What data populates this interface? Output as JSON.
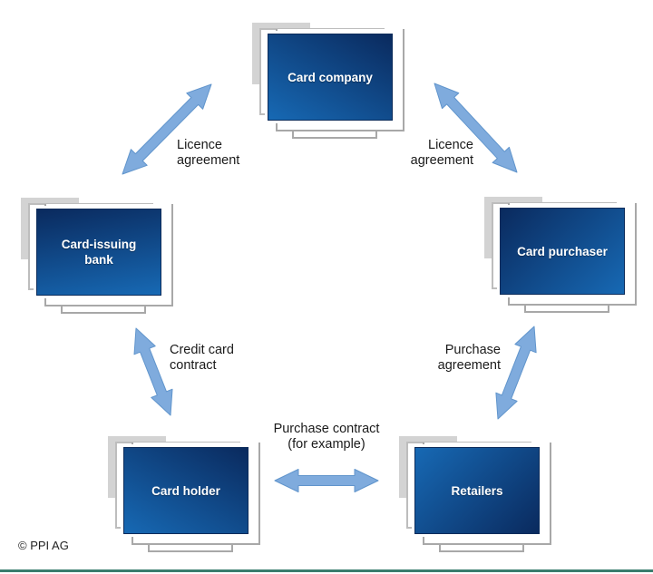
{
  "nodes": [
    {
      "id": "card-company",
      "label": "Card company"
    },
    {
      "id": "card-issuing-bank",
      "label": "Card-issuing bank"
    },
    {
      "id": "card-purchaser",
      "label": "Card purchaser"
    },
    {
      "id": "card-holder",
      "label": "Card holder"
    },
    {
      "id": "retailers",
      "label": "Retailers"
    }
  ],
  "connections": [
    {
      "from": "card-issuing-bank",
      "to": "card-company",
      "label": "Licence agreement"
    },
    {
      "from": "card-company",
      "to": "card-purchaser",
      "label": "Licence agreement"
    },
    {
      "from": "card-issuing-bank",
      "to": "card-holder",
      "label": "Credit card contract"
    },
    {
      "from": "card-purchaser",
      "to": "retailers",
      "label": "Purchase agreement"
    },
    {
      "from": "card-holder",
      "to": "retailers",
      "label": "Purchase contract (for example)"
    }
  ],
  "edge_labels": {
    "licence_left": {
      "line1": "Licence",
      "line2": "agreement"
    },
    "licence_right": {
      "line1": "Licence",
      "line2": "agreement"
    },
    "credit_card": {
      "line1": "Credit card",
      "line2": "contract"
    },
    "purchase_agreement": {
      "line1": "Purchase",
      "line2": "agreement"
    },
    "purchase_contract": {
      "line1": "Purchase contract",
      "line2": "(for example)"
    }
  },
  "footer": {
    "copyright": "© PPI AG"
  },
  "colors": {
    "screen_gradient_light": "#1769b4",
    "screen_gradient_dark": "#0a2a5e",
    "screen_shadow_gray": "#d3d3d3",
    "arrow_fill": "#7fabdd",
    "footer_rule": "#3a7d6e",
    "label_text": "#1a1a1a"
  }
}
